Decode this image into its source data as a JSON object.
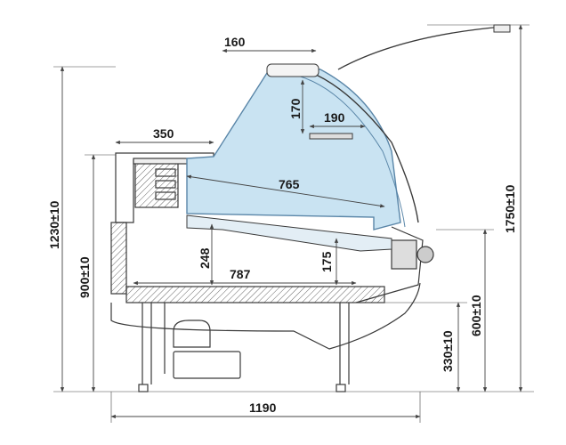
{
  "drawing": {
    "subject": "refrigerated display counter side section",
    "colors": {
      "outline": "#3a3a3a",
      "glass": "#c9e3f2",
      "glass_edge": "#5a86a8",
      "hatch": "#555555",
      "dim": "#444444"
    }
  },
  "dimensions": {
    "top_depth": "160",
    "shelf_depth": "350",
    "glass_gap": "170",
    "upper_shelf": "190",
    "display_depth": "765",
    "well_height": "248",
    "base_depth": "787",
    "front_height": "175",
    "total_width": "1190",
    "counter_height": "1230±10",
    "work_height": "900±10",
    "leg_height": "330±10",
    "front_base": "600±10",
    "total_height": "1750±10"
  }
}
